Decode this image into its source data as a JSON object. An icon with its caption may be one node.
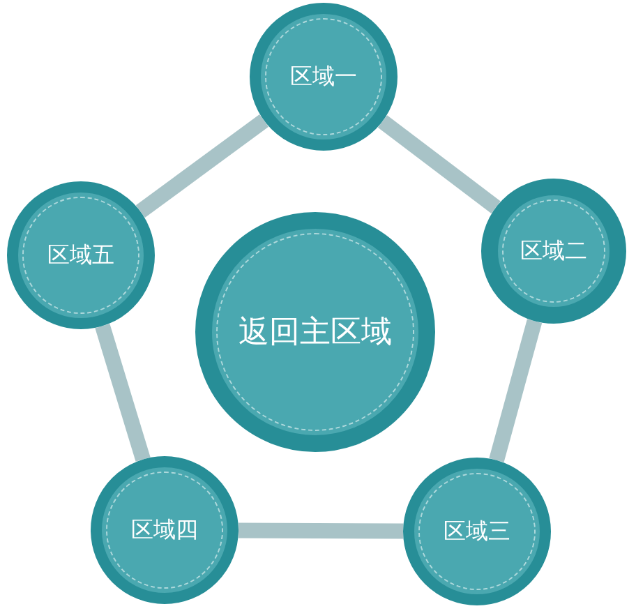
{
  "diagram": {
    "nodes": [
      {
        "text": [
          "区域一"
        ]
      },
      {
        "text": [
          "区域五"
        ]
      },
      {
        "text": [
          "区域二"
        ]
      },
      {
        "text": [
          "返回主区域"
        ]
      },
      {
        "text": [
          "区域四"
        ]
      },
      {
        "text": [
          "区域三"
        ]
      }
    ],
    "edges": [
      {
        "from": 0,
        "to": 2,
        "arrow": "none"
      },
      {
        "from": 2,
        "to": 5,
        "arrow": "none"
      },
      {
        "from": 5,
        "to": 4,
        "arrow": "none"
      },
      {
        "from": 4,
        "to": 1,
        "arrow": "none"
      },
      {
        "from": 1,
        "to": 0,
        "arrow": "none"
      }
    ]
  }
}
